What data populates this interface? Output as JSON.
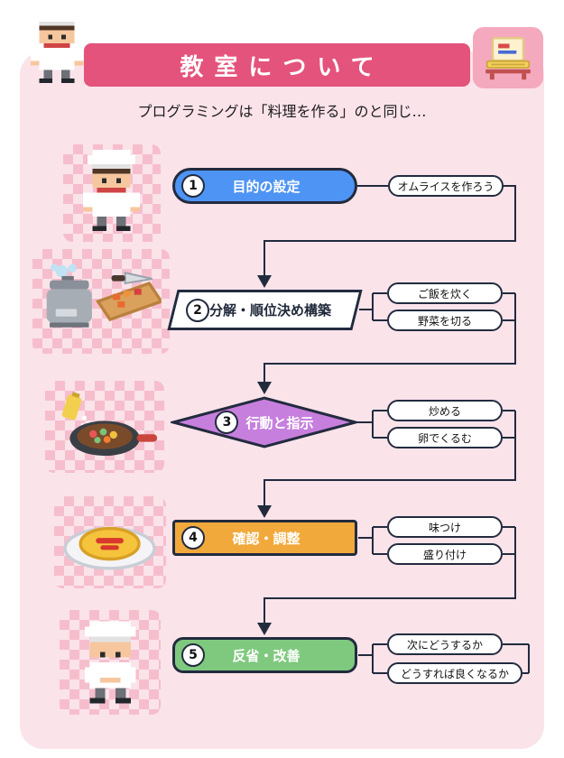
{
  "header": {
    "title": "教室について"
  },
  "intro": {
    "subtitle": "プログラミングは「料理を作る」のと同じ…"
  },
  "steps": [
    {
      "number": "1",
      "label": "目的の設定",
      "shape": "pill",
      "color": "#4E94F4",
      "outputs": [
        "オムライスを作ろう"
      ]
    },
    {
      "number": "2",
      "label": "分解・順位決め構築",
      "shape": "parallelogram",
      "color": "#FFFFFF",
      "outputs": [
        "ご飯を炊く",
        "野菜を切る"
      ]
    },
    {
      "number": "3",
      "label": "行動と指示",
      "shape": "diamond",
      "color": "#C77FDD",
      "outputs": [
        "炒める",
        "卵でくるむ"
      ]
    },
    {
      "number": "4",
      "label": "確認・調整",
      "shape": "rectangle",
      "color": "#F2A93B",
      "outputs": [
        "味つけ",
        "盛り付け"
      ]
    },
    {
      "number": "5",
      "label": "反省・改善",
      "shape": "rounded",
      "color": "#7FC97F",
      "outputs": [
        "次にどうするか",
        "どうすれば良くなるか"
      ]
    }
  ],
  "icons": {
    "top_left": "pixel-chef-icon",
    "top_right": "laptop-on-desk-icon",
    "step_art": [
      "chef-icon",
      "rice-cooker-and-cutting-board-icon",
      "stir-fry-pan-icon",
      "omurice-plate-icon",
      "bowing-chef-icon"
    ]
  },
  "colors": {
    "banner": "#E4537B",
    "panel": "#FBE3EA",
    "checker": "#F6BECD",
    "outline": "#222B3E",
    "step_colors": [
      "#4E94F4",
      "#FFFFFF",
      "#C77FDD",
      "#F2A93B",
      "#7FC97F"
    ]
  }
}
